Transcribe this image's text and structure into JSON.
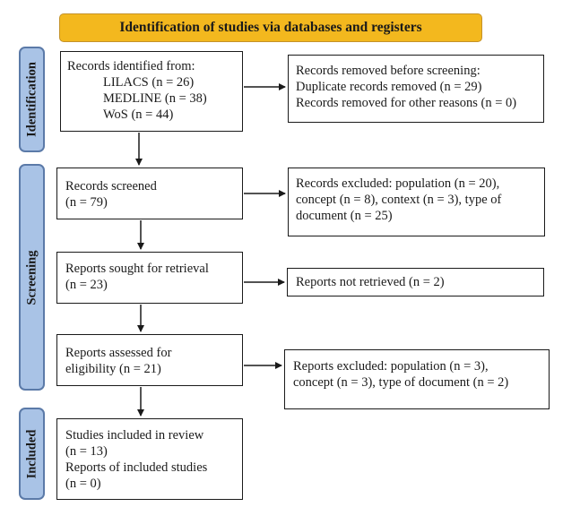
{
  "header": {
    "title": "Identification of studies via databases and registers"
  },
  "phases": {
    "identification": "Identification",
    "screening": "Screening",
    "included": "Included"
  },
  "identification": {
    "records_identified": {
      "title": "Records identified from:",
      "sources": [
        "LILACS (n = 26)",
        "MEDLINE (n = 38)",
        "WoS (n = 44)"
      ]
    },
    "records_removed": {
      "lines": [
        "Records removed before screening:",
        "Duplicate records removed (n = 29)",
        "Records removed for other reasons (n = 0)"
      ]
    }
  },
  "screening": {
    "records_screened": {
      "lines": [
        "Records screened",
        "(n = 79)"
      ]
    },
    "records_excluded": {
      "lines": [
        "Records excluded: population (n = 20),",
        "concept (n = 8), context (n = 3), type of",
        "document (n = 25)"
      ]
    },
    "reports_sought": {
      "lines": [
        "Reports sought for retrieval",
        "(n = 23)"
      ]
    },
    "reports_not_retrieved": {
      "lines": [
        "Reports not retrieved (n = 2)"
      ]
    },
    "reports_assessed": {
      "lines": [
        "Reports assessed for",
        "eligibility (n = 21)"
      ]
    },
    "reports_excluded": {
      "lines": [
        "Reports excluded: population (n = 3),",
        "concept (n = 3), type of document (n = 2)"
      ]
    }
  },
  "included": {
    "studies_included": {
      "lines": [
        "Studies included in review",
        "(n = 13)",
        "Reports of included studies",
        "(n = 0)"
      ]
    }
  },
  "colors": {
    "header_fill": "#f3b81e",
    "phase_fill": "#a9c3e6",
    "phase_border": "#5b7aa8",
    "box_border": "#1a1a1a"
  }
}
